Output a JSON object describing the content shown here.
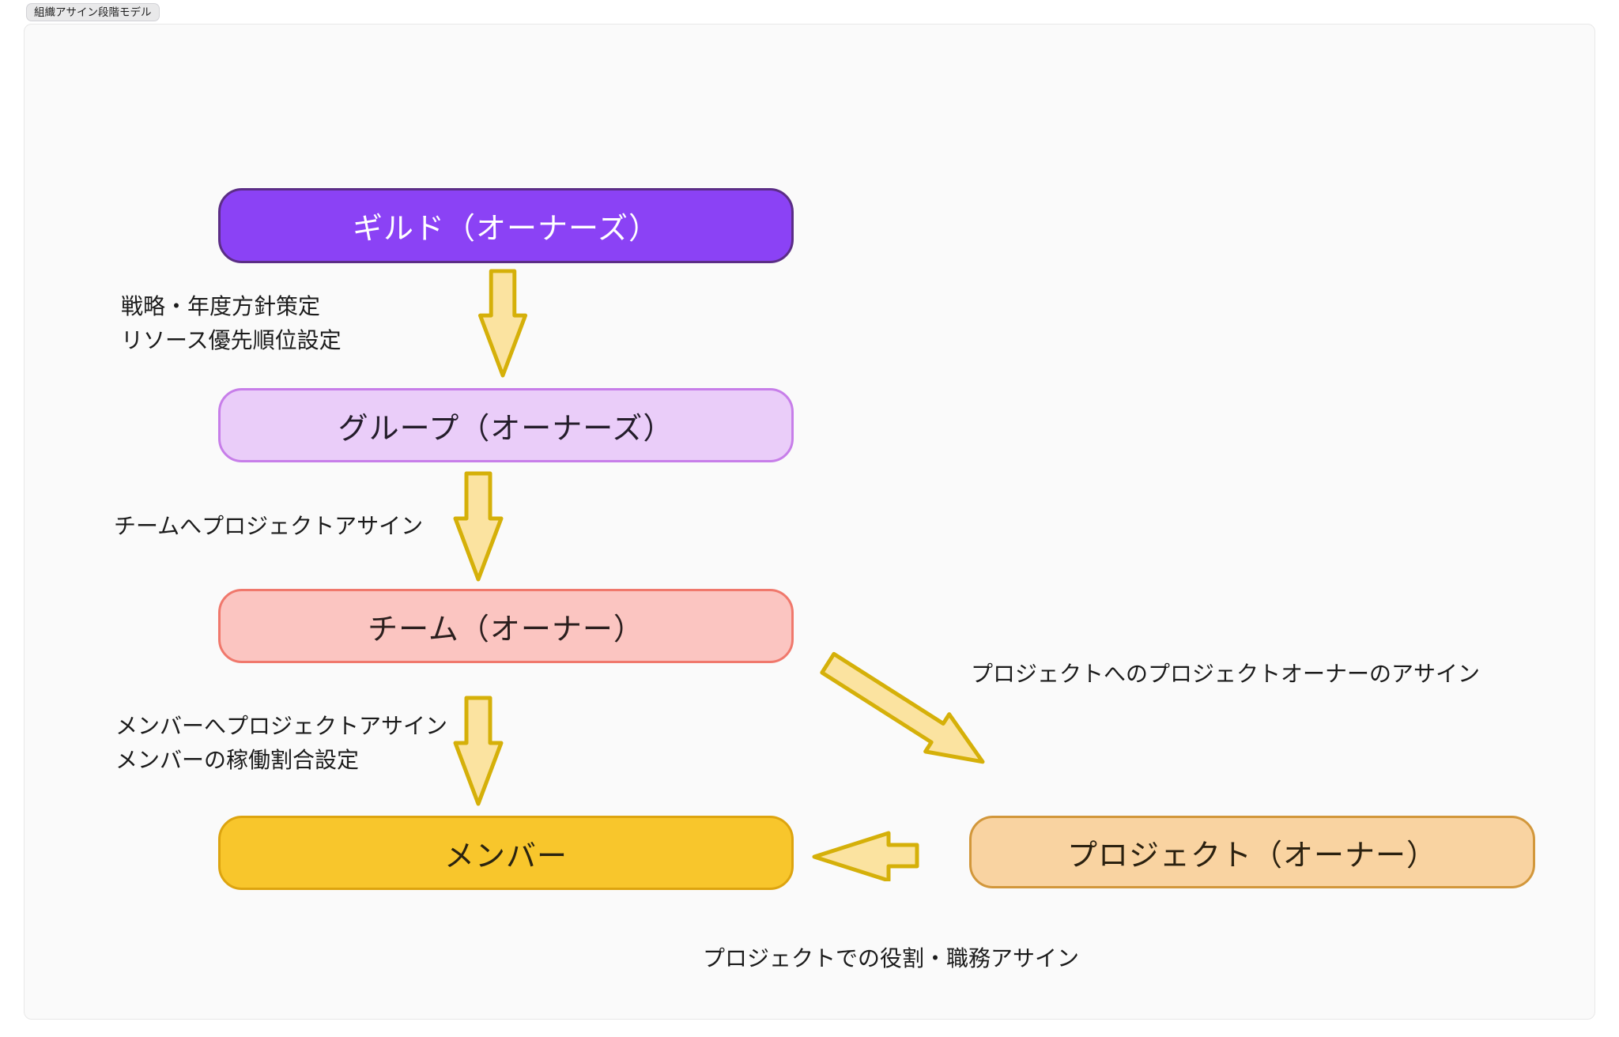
{
  "tag": "組織アサイン段階モデル",
  "nodes": {
    "guild": {
      "label": "ギルド（オーナーズ）",
      "fill": "#8b42f5",
      "border": "#5b2d86",
      "text_color": "#ffffff"
    },
    "group": {
      "label": "グループ（オーナーズ）",
      "fill": "#eacdf9",
      "border": "#c77ee9",
      "text_color": "#241d2b"
    },
    "team": {
      "label": "チーム（オーナー）",
      "fill": "#fbc5c1",
      "border": "#f0786c",
      "text_color": "#2b1f1e"
    },
    "member": {
      "label": "メンバー",
      "fill": "#f8c62c",
      "border": "#dda40f",
      "text_color": "#2b2410"
    },
    "project": {
      "label": "プロジェクト（オーナー）",
      "fill": "#f9d3a1",
      "border": "#d2973b",
      "text_color": "#2b2110"
    }
  },
  "edge_labels": {
    "guild_group": [
      "戦略・年度方針策定",
      "リソース優先順位設定"
    ],
    "group_team": [
      "チームへプロジェクトアサイン"
    ],
    "team_member": [
      "メンバーへプロジェクトアサイン",
      "メンバーの稼働割合設定"
    ],
    "team_project": [
      "プロジェクトへのプロジェクトオーナーのアサイン"
    ],
    "project_member": [
      "プロジェクトでの役割・職務アサイン"
    ]
  },
  "colors": {
    "page_bg": "#ffffff",
    "canvas_bg": "#fafafa",
    "canvas_border": "#e8e8e8",
    "tag_bg": "#e9e9ea",
    "arrow_fill": "#fbe3a0",
    "arrow_stroke": "#d5b009",
    "label_text": "#1b1b1b"
  }
}
